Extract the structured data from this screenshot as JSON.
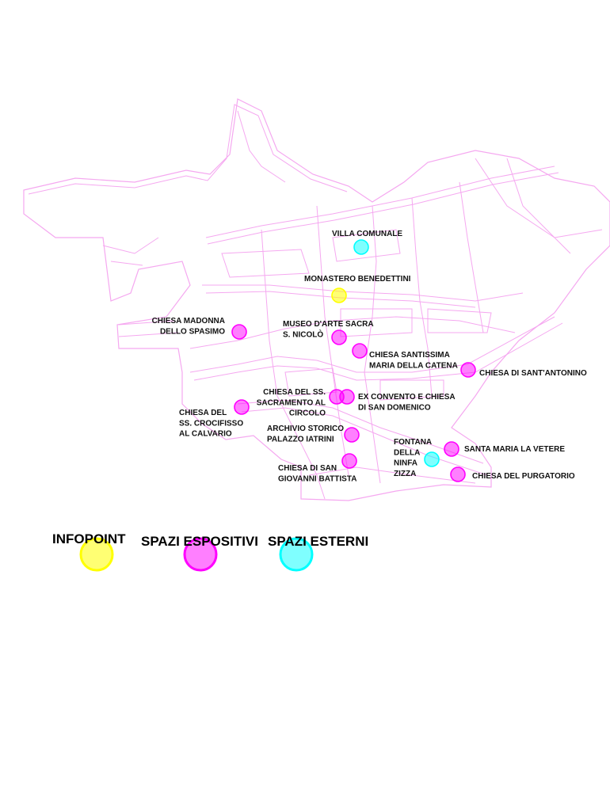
{
  "colors": {
    "infopoint": "#ffff00",
    "spazi_espositivi": "#ff00ff",
    "spazi_esterni": "#00ffff",
    "streets": "#f5a8f0"
  },
  "places": [
    {
      "category": "spazi_esterni",
      "lines": [
        "VILLA COMUNALE"
      ]
    },
    {
      "category": "infopoint",
      "lines": [
        "MONASTERO BENEDETTINI"
      ]
    },
    {
      "category": "spazi_espositivi",
      "lines": [
        "CHIESA MADONNA",
        "DELLO SPASIMO"
      ]
    },
    {
      "category": "spazi_espositivi",
      "lines": [
        "MUSEO D'ARTE SACRA",
        "S. NICOLÒ"
      ]
    },
    {
      "category": "spazi_espositivi",
      "lines": [
        "CHIESA SANTISSIMA",
        "MARIA DELLA CATENA"
      ]
    },
    {
      "category": "spazi_espositivi",
      "lines": [
        "CHIESA DI SANT'ANTONINO"
      ]
    },
    {
      "category": "spazi_espositivi",
      "lines": [
        "CHIESA DEL SS.",
        "SACRAMENTO AL",
        "CIRCOLO"
      ]
    },
    {
      "category": "spazi_espositivi",
      "lines": [
        "EX CONVENTO E CHIESA",
        "DI SAN DOMENICO"
      ]
    },
    {
      "category": "spazi_espositivi",
      "lines": [
        "CHIESA DEL",
        "SS. CROCIFISSO",
        "AL CALVARIO"
      ]
    },
    {
      "category": "spazi_espositivi",
      "lines": [
        "ARCHIVIO STORICO",
        "PALAZZO IATRINI"
      ]
    },
    {
      "category": "spazi_espositivi",
      "lines": [
        "CHIESA DI SAN",
        "GIOVANNI BATTISTA"
      ]
    },
    {
      "category": "spazi_esterni",
      "lines": [
        "FONTANA",
        "DELLA",
        "NINFA",
        "ZIZZA"
      ]
    },
    {
      "category": "spazi_espositivi",
      "lines": [
        "SANTA MARIA LA VETERE"
      ]
    },
    {
      "category": "spazi_espositivi",
      "lines": [
        "CHIESA DEL PURGATORIO"
      ]
    }
  ],
  "legend": {
    "infopoint": "INFOPOINT",
    "spazi_espositivi": "SPAZI ESPOSITIVI",
    "spazi_esterni": "SPAZI ESTERNI"
  }
}
